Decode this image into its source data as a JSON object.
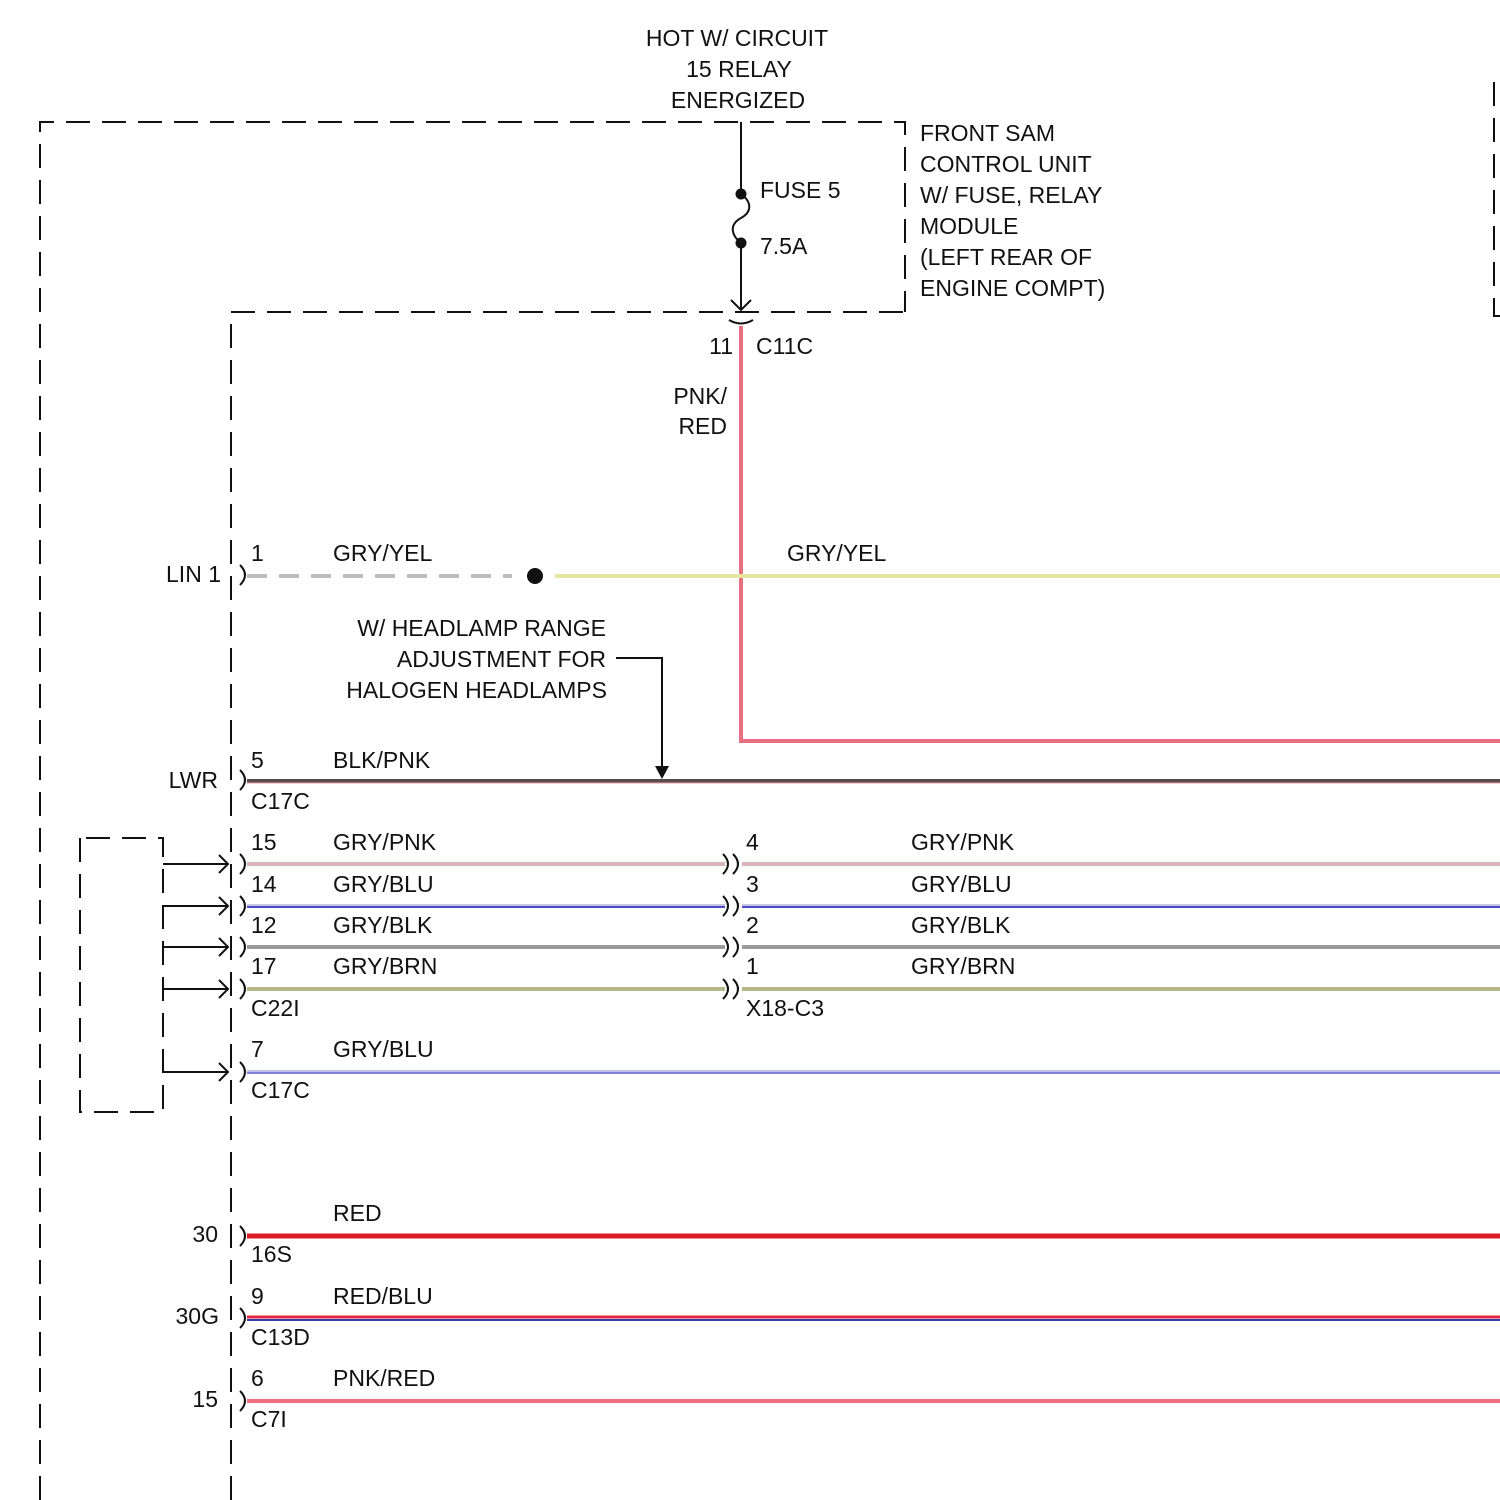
{
  "header": {
    "power_source": [
      "HOT W/ CIRCUIT",
      "15 RELAY",
      "ENERGIZED"
    ]
  },
  "fuse": {
    "name": "FUSE 5",
    "rating": "7.5A"
  },
  "module": {
    "name_lines": [
      "FRONT SAM",
      "CONTROL UNIT",
      "W/ FUSE, RELAY",
      "MODULE",
      "(LEFT REAR OF",
      "ENGINE COMPT)"
    ]
  },
  "fuse_output": {
    "pin": "11",
    "connector": "C11C",
    "wire_color": [
      "PNK/",
      "RED"
    ],
    "stroke": "#e8707f"
  },
  "lin": {
    "label": "LIN 1",
    "pin": "1",
    "wire_left": "GRY/YEL",
    "wire_right": "GRY/YEL",
    "stroke": "#e6e6a0",
    "dash_stroke": "#bdbdbd"
  },
  "note": {
    "lines": [
      "W/ HEADLAMP RANGE",
      "ADJUSTMENT FOR",
      "HALOGEN HEADLAMPS"
    ]
  },
  "lwr": {
    "label": "LWR",
    "pin": "5",
    "wire": "BLK/PNK",
    "connector": "C17C",
    "stroke": "#5a4a4e"
  },
  "sensor_group": {
    "left_connector": "C22I",
    "right_connector": "X18-C3",
    "wires": [
      {
        "pin_left": "15",
        "wire_left": "GRY/PNK",
        "pin_right": "4",
        "wire_right": "GRY/PNK",
        "stroke": "#d9b5bb"
      },
      {
        "pin_left": "14",
        "wire_left": "GRY/BLU",
        "pin_right": "3",
        "wire_right": "GRY/BLU",
        "stroke": "#4a4acb"
      },
      {
        "pin_left": "12",
        "wire_left": "GRY/BLK",
        "pin_right": "2",
        "wire_right": "GRY/BLK",
        "stroke": "#9a9a9a"
      },
      {
        "pin_left": "17",
        "wire_left": "GRY/BRN",
        "pin_right": "1",
        "wire_right": "GRY/BRN",
        "stroke": "#b7b58a"
      }
    ]
  },
  "gry_blu_7": {
    "pin": "7",
    "wire": "GRY/BLU",
    "connector": "C17C",
    "stroke": "#8080d8"
  },
  "power_inputs": [
    {
      "label": "30",
      "pin": "",
      "wire": "RED",
      "connector": "16S",
      "stroke": "#dd1c24"
    },
    {
      "label": "30G",
      "pin": "9",
      "wire": "RED/BLU",
      "connector": "C13D",
      "stroke": "#d0243c"
    },
    {
      "label": "15",
      "pin": "6",
      "wire": "PNK/RED",
      "connector": "C7I",
      "stroke": "#ef6f80"
    }
  ]
}
